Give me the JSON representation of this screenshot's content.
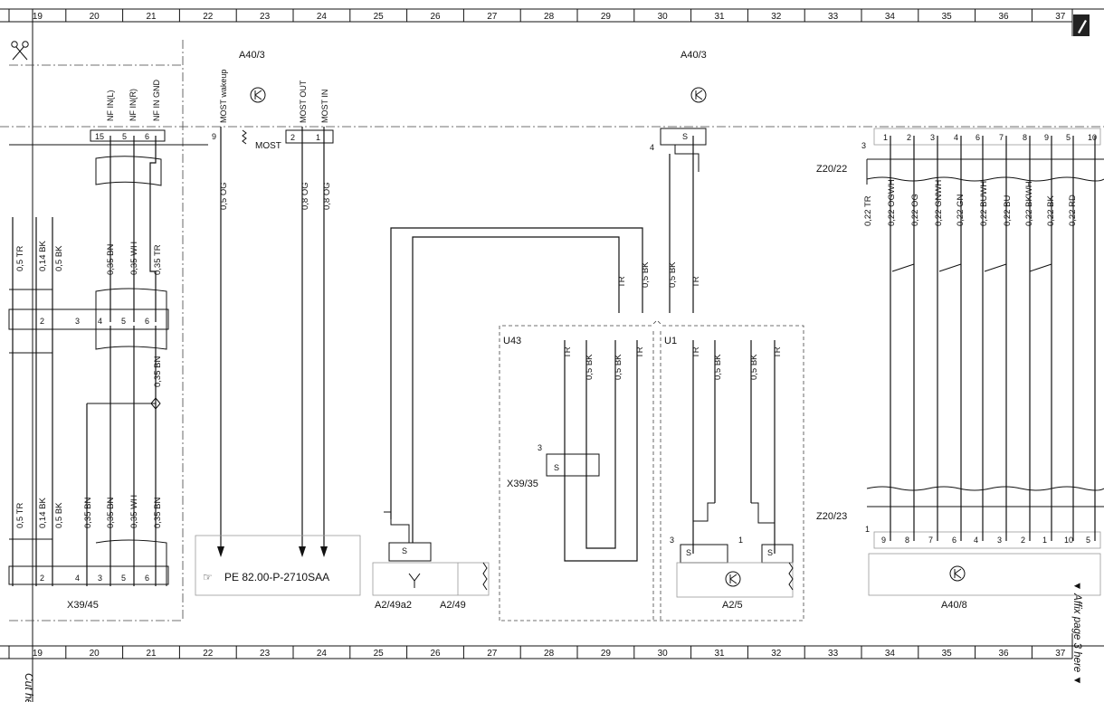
{
  "ruler": {
    "columns": [
      "19",
      "20",
      "21",
      "22",
      "23",
      "24",
      "25",
      "26",
      "27",
      "28",
      "29",
      "30",
      "31",
      "32",
      "33",
      "34",
      "35",
      "36",
      "37"
    ]
  },
  "margin": {
    "cut_here": "Cut here",
    "affix_page": "▼ Affix page 3 here ▼"
  },
  "components": {
    "a40_3_left": "A40/3",
    "a40_3_right": "A40/3",
    "z20_22": "Z20/22",
    "z20_23": "Z20/23",
    "u43": "U43",
    "u1": "U1",
    "x39_35": "X39/35",
    "x39_45": "X39/45",
    "a2_49a2": "A2/49a2",
    "a2_49": "A2/49",
    "a2_5": "A2/5",
    "a40_8": "A40/8",
    "most": "MOST",
    "reference": "PE 82.00-P-2710SAA"
  },
  "signals": {
    "nf_in_l": "NF IN(L)",
    "nf_in_r": "NF IN(R)",
    "nf_in_gnd": "NF IN GND",
    "most_wakeup": "MOST wakeup",
    "most_out": "MOST OUT",
    "most_in": "MOST IN"
  },
  "pins": {
    "p15": "15",
    "p5": "5",
    "p6": "6",
    "p9": "9",
    "p2": "2",
    "p1": "1",
    "p4": "4",
    "p3": "3",
    "s": "S",
    "conn_top": [
      "1",
      "2",
      "3",
      "4",
      "6",
      "7",
      "8",
      "9",
      "5",
      "10"
    ],
    "conn_bottom": [
      "9",
      "8",
      "7",
      "6",
      "4",
      "3",
      "2",
      "1",
      "10",
      "5"
    ],
    "x39_45_mid": [
      "2",
      "3",
      "4",
      "5",
      "6"
    ],
    "x39_45_bot": [
      "2",
      "4",
      "3",
      "5",
      "6"
    ]
  },
  "wires": {
    "w05tr": "0,5 TR",
    "w014bk": "0,14 BK",
    "w05bk": "0,5 BK",
    "w035bn": "0,35 BN",
    "w035wh": "0,35 WH",
    "w035tr": "0,35 TR",
    "w05og": "0,5 OG",
    "w08og": "0,8 OG",
    "tr": "TR",
    "z20_wires": [
      "0,22 TR",
      "0,22 OGWH",
      "0,22 OG",
      "0,22 GNWH",
      "0,22 GN",
      "0,22 BUWH",
      "0,22 BU",
      "0,22 BKWH",
      "0,22 BK",
      "0,22 RD"
    ]
  }
}
